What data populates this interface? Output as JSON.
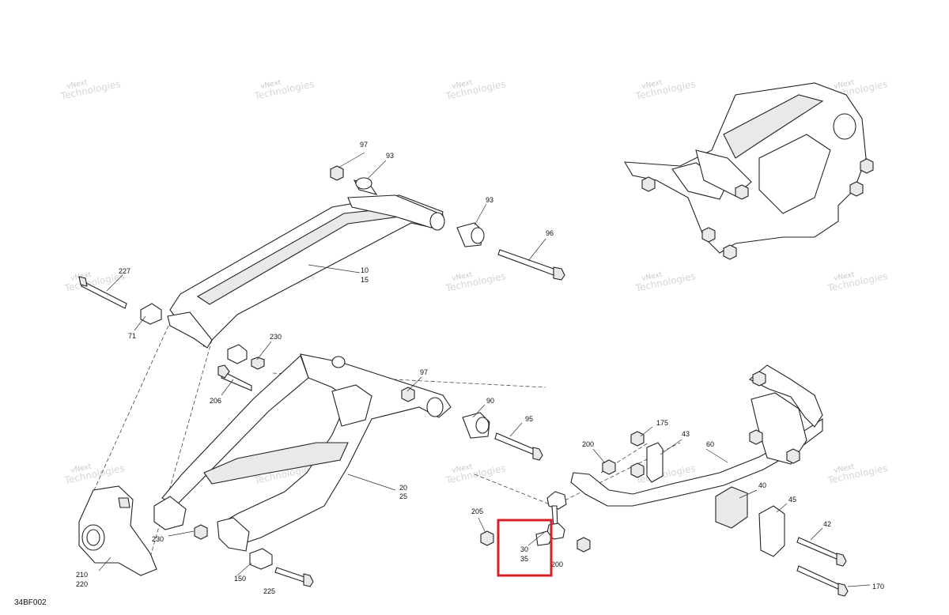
{
  "figure_code": "34BF002",
  "watermark": {
    "line1": "vNext",
    "line2": "Technologies"
  },
  "callouts": {
    "c97a": "97",
    "c93a": "93",
    "c93b": "93",
    "c96": "96",
    "c10": "10",
    "c15": "15",
    "c227": "227",
    "c71": "71",
    "c230a": "230",
    "c206": "206",
    "c97b": "97",
    "c90": "90",
    "c95": "95",
    "c20": "20",
    "c25": "25",
    "c230b": "230",
    "c210": "210",
    "c220": "220",
    "c150": "150",
    "c225": "225",
    "c205": "205",
    "c30": "30",
    "c35": "35",
    "c200a": "200",
    "c200b": "200",
    "c175": "175",
    "c43": "43",
    "c60": "60",
    "c40": "40",
    "c45": "45",
    "c42": "42",
    "c170": "170"
  },
  "highlight": {
    "color": "#d61f26",
    "parts": [
      "30",
      "35"
    ]
  }
}
